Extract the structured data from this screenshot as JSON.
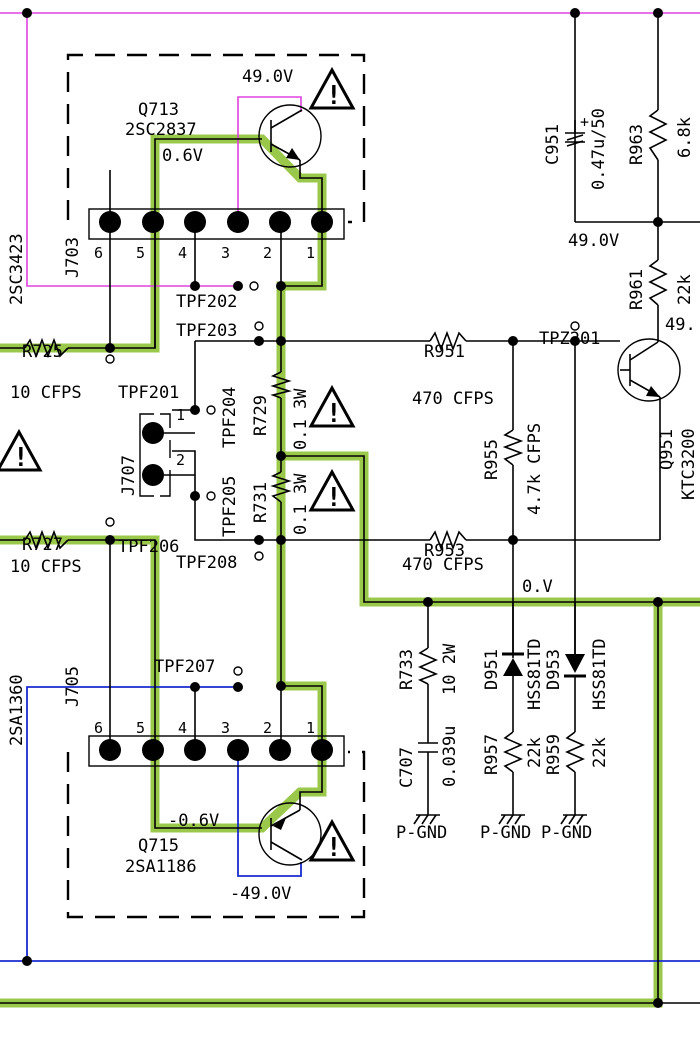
{
  "diagram": {
    "type": "electronic-schematic",
    "colors": {
      "highlight_trace": "#9ac84a",
      "positive_rail": "#e040e0",
      "negative_rail": "#1a2bd0",
      "wire": "#000000"
    },
    "transistors": {
      "q713": {
        "ref": "Q713",
        "part": "2SC2837",
        "base_voltage": "0.6V",
        "collector_voltage": "49.0V"
      },
      "q715": {
        "ref": "Q715",
        "part": "2SA1186",
        "base_voltage": "-0.6V",
        "collector_voltage": "-49.0V"
      },
      "q951": {
        "ref": "Q951",
        "part": "KTC3200",
        "collector_voltage": "49."
      },
      "left_upper": {
        "part": "2SC3423"
      },
      "left_lower": {
        "part": "2SA1360"
      }
    },
    "connectors": {
      "j703": {
        "ref": "J703",
        "pins": [
          "6",
          "5",
          "4",
          "3",
          "2",
          "1"
        ]
      },
      "j705": {
        "ref": "J705",
        "pins": [
          "6",
          "5",
          "4",
          "3",
          "2",
          "1"
        ]
      },
      "j707": {
        "ref": "J707",
        "pins": [
          "1",
          "2"
        ]
      }
    },
    "resistors": {
      "r725": {
        "ref": "R725",
        "value": "10 CFPS"
      },
      "r727": {
        "ref": "R727",
        "value": "10 CFPS"
      },
      "r729": {
        "ref": "R729",
        "value": "0.1 3W"
      },
      "r731": {
        "ref": "R731",
        "value": "0.1 3W"
      },
      "r733": {
        "ref": "R733",
        "value": "10 2W"
      },
      "r951": {
        "ref": "R951",
        "value": "470 CFPS"
      },
      "r953": {
        "ref": "R953",
        "value": "470  CFPS"
      },
      "r955": {
        "ref": "R955",
        "value": "4.7k CFPS"
      },
      "r957": {
        "ref": "R957",
        "value": "22k"
      },
      "r959": {
        "ref": "R959",
        "value": "22k"
      },
      "r961": {
        "ref": "R961",
        "value": "22k"
      },
      "r963": {
        "ref": "R963",
        "value": "6.8k"
      }
    },
    "capacitors": {
      "c707": {
        "ref": "C707",
        "value": "0.039u"
      },
      "c951": {
        "ref": "C951",
        "value": "0.47u/50"
      }
    },
    "diodes": {
      "d951": {
        "ref": "D951",
        "part": "HSS81TD"
      },
      "d953": {
        "ref": "D953",
        "part": "HSS81TD"
      }
    },
    "test_points": {
      "tpf201": "TPF201",
      "tpf202": "TPF202",
      "tpf203": "TPF203",
      "tpf204": "TPF204",
      "tpf205": "TPF205",
      "tpf206": "TPF206",
      "tpf207": "TPF207",
      "tpf208": "TPF208",
      "tpz201": "TPZ201"
    },
    "voltages": {
      "rail_pos": "49.0V",
      "output_node": "0.V"
    },
    "grounds": {
      "g1": "P-GND",
      "g2": "P-GND",
      "g3": "P-GND"
    },
    "warning_symbol": "!"
  }
}
